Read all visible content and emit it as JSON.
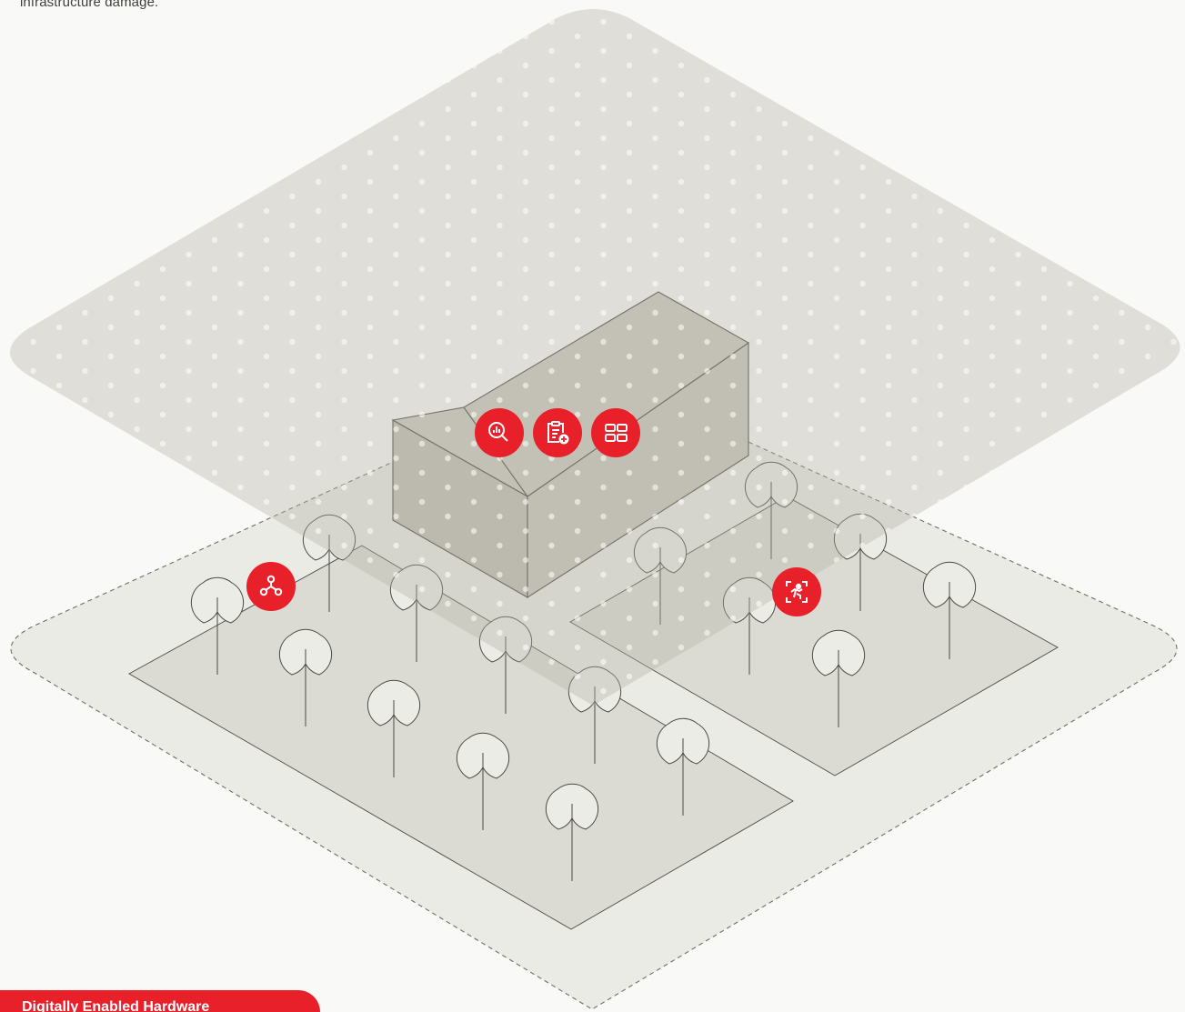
{
  "caption_text": "infrastructure damage.",
  "tag_label": "Digitally Enabled Hardware",
  "colors": {
    "accent": "#e8202a",
    "page_bg": "#f9f9f7",
    "ground": "#ebebe5",
    "plot": "#dcdbd3",
    "layer": "#d2d1c5",
    "building_front": "#c0bfb3",
    "building_side": "#c8c7bb",
    "tree_fill": "#ecece7",
    "line": "#4a4a46"
  },
  "hotspots": [
    {
      "name": "network-nodes-icon",
      "icon": "network-nodes"
    },
    {
      "name": "analytics-search-icon",
      "icon": "magnifier-with-bar-chart"
    },
    {
      "name": "clipboard-add-icon",
      "icon": "clipboard-with-plus"
    },
    {
      "name": "dashboard-layout-icon",
      "icon": "dashboard-grid"
    },
    {
      "name": "person-detection-icon",
      "icon": "person-in-scan-frame"
    }
  ]
}
